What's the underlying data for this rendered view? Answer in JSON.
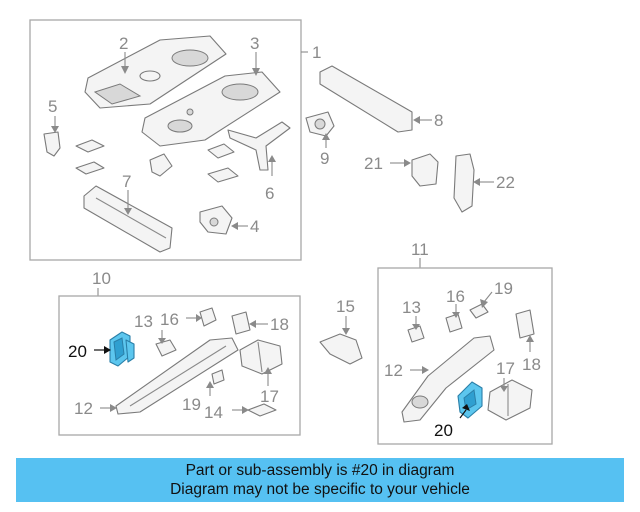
{
  "callouts": {
    "c1": "1",
    "c2": "2",
    "c3": "3",
    "c4": "4",
    "c5": "5",
    "c6": "6",
    "c7": "7",
    "c8": "8",
    "c9": "9",
    "c10": "10",
    "c11": "11",
    "c21": "21",
    "c22": "22",
    "c15": "15",
    "left": {
      "c13": "13",
      "c16": "16",
      "c18": "18",
      "c20": "20",
      "c12": "12",
      "c19": "19",
      "c14": "14",
      "c17": "17"
    },
    "right": {
      "c13": "13",
      "c16": "16",
      "c19": "19",
      "c12": "12",
      "c17": "17",
      "c18": "18",
      "c20": "20"
    }
  },
  "highlight_part": "20",
  "colors": {
    "highlight": "#5cc6ee",
    "banner": "#56c1f2",
    "callout": "#8a8a8a"
  },
  "banner": {
    "line1": "Part or sub-assembly is #20 in diagram",
    "line2": "Diagram may not be specific to your vehicle"
  }
}
